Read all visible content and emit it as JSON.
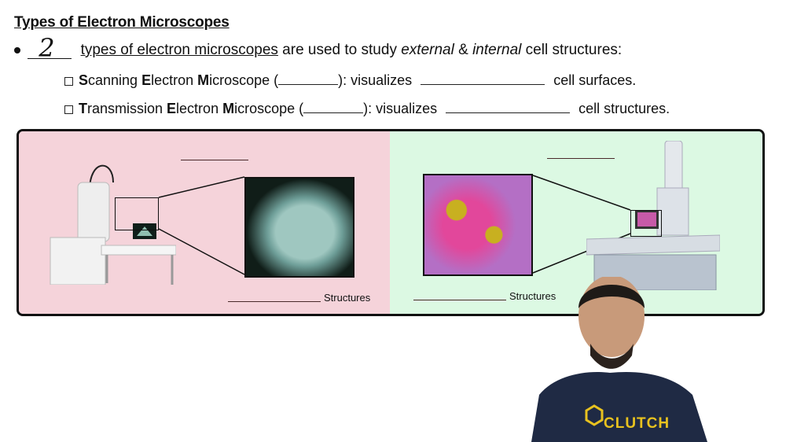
{
  "header": {
    "title": "Types of Electron Microscopes"
  },
  "intro": {
    "handwritten_answer": "2",
    "text_a": "types of electron microscopes",
    "text_b": " are used to study ",
    "italic_1": "external",
    "amp": " & ",
    "italic_2": "internal",
    "text_c": " cell structures:"
  },
  "items": [
    {
      "initial_1": "S",
      "rest_1": "canning ",
      "initial_2": "E",
      "rest_2": "lectron ",
      "initial_3": "M",
      "rest_3": "icroscope (",
      "mid": "): visualizes ",
      "end": " cell surfaces."
    },
    {
      "initial_1": "T",
      "rest_1": "ransmission ",
      "initial_2": "E",
      "rest_2": "lectron ",
      "initial_3": "M",
      "rest_3": "icroscope (",
      "mid": "): visualizes ",
      "end": " cell structures."
    }
  ],
  "panels": {
    "left": {
      "caption": "Structures"
    },
    "right": {
      "caption": "Structures"
    }
  },
  "presenter": {
    "shirt_logo": "CLUTCH"
  },
  "colors": {
    "left_bg": "#f5d3da",
    "right_bg": "#dcf9e3",
    "border": "#111111",
    "logo": "#e8c21f",
    "shirt": "#1f2a44"
  }
}
